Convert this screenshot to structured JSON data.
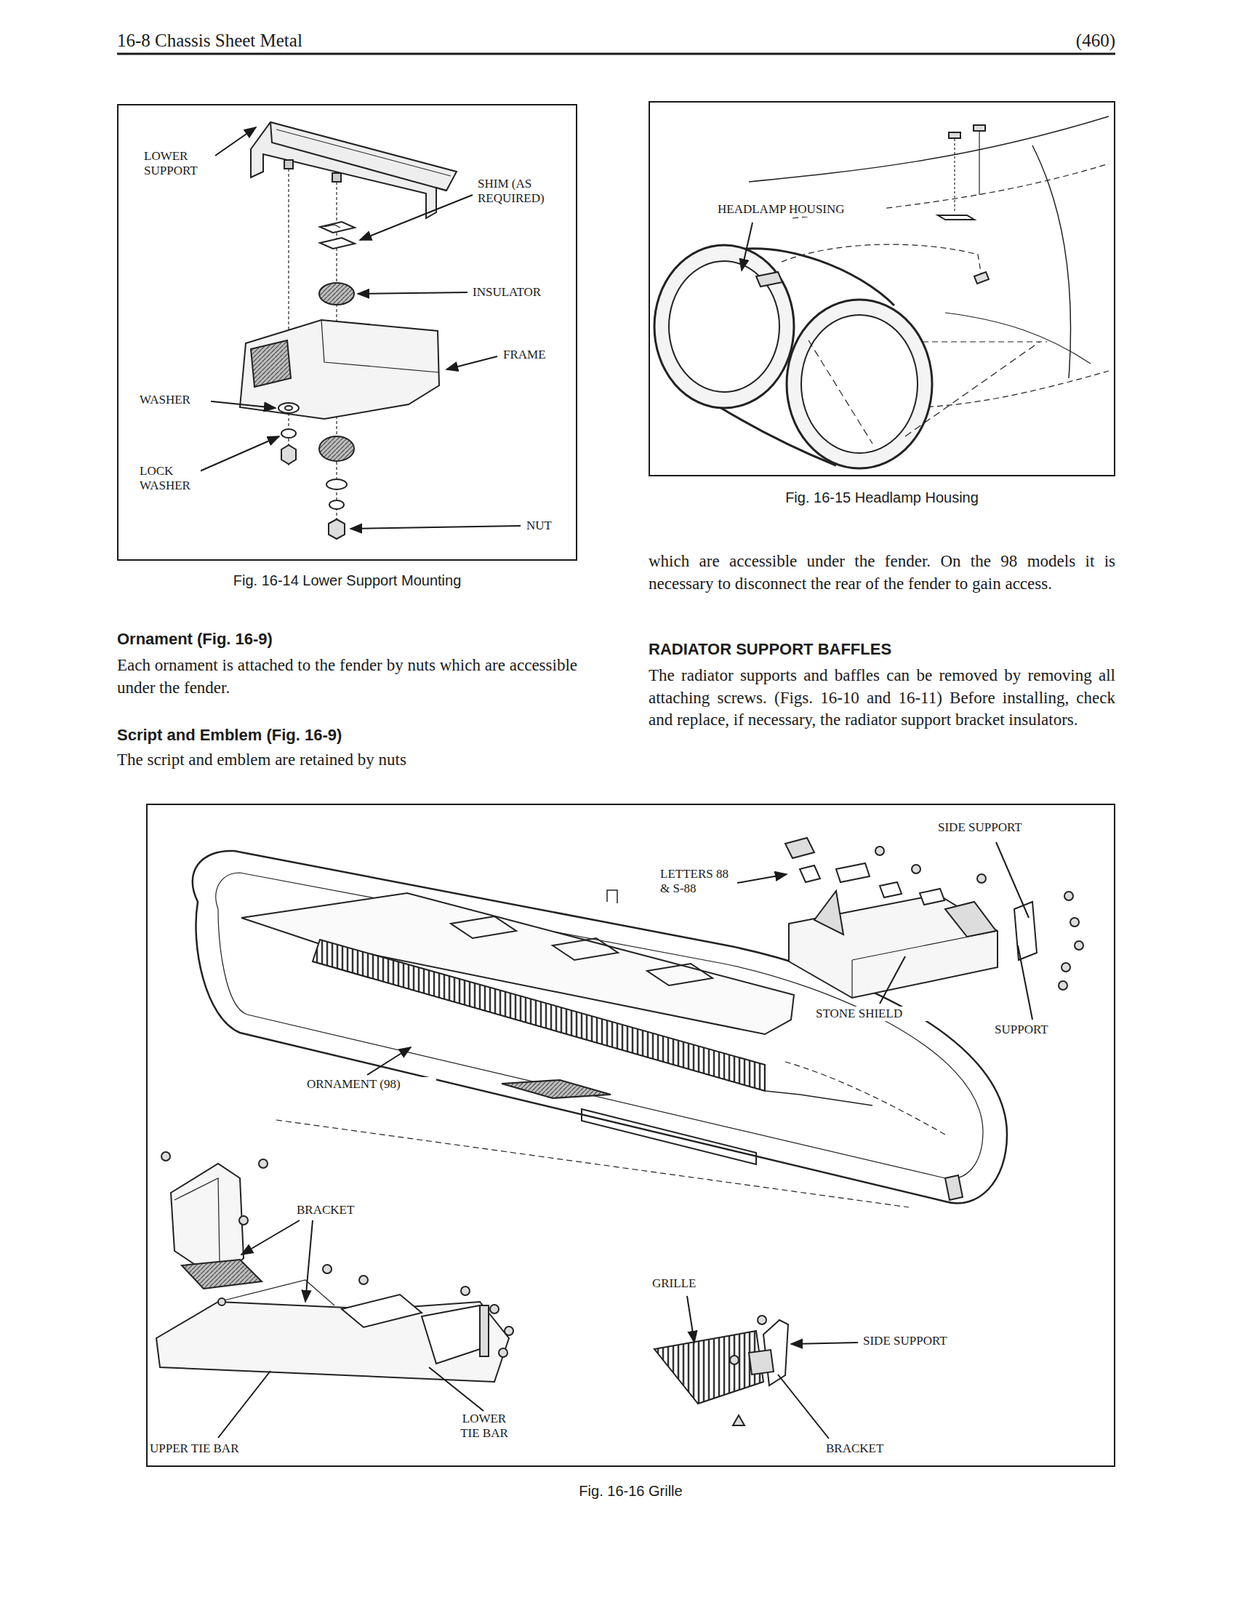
{
  "diagram": {
    "nodes": [
      {
        "text": [
          "Fig. 16-14 Lower Support Mounting"
        ]
      },
      {
        "text": [
          "Fig. 16-15 Headlamp Housing"
        ]
      },
      {
        "text": [
          "Fig. 16-16 Grille"
        ]
      }
    ],
    "labels": [
      "16-8 Chassis Sheet Metal",
      "(460)",
      "LOWER SUPPORT",
      "SHIM (AS REQUIRED)",
      "INSULATOR",
      "FRAME",
      "WASHER",
      "LOCK WASHER",
      "NUT",
      "Ornament (Fig. 16-9)",
      "Each ornament is attached to the fender by nuts which are accessible under the fender.",
      "Script and Emblem (Fig. 16-9)",
      "The script and emblem are retained by nuts",
      "HEADLAMP HOUSING",
      "which are accessible under the fender. On the 98 models it is necessary to disconnect the rear of the fender to gain access.",
      "RADIATOR SUPPORT BAFFLES",
      "The radiator supports and baffles can be removed by removing all attaching screws. (Figs. 16-10 and 16-11) Before installing, check and replace, if necessary, the radiator support bracket insulators.",
      "SIDE SUPPORT",
      "LETTERS 88 & S-88",
      "STONE SHIELD",
      "SUPPORT",
      "ORNAMENT (98)",
      "BRACKET",
      "GRILLE",
      "SIDE SUPPORT",
      "UPPER TIE BAR",
      "LOWER TIE BAR",
      "BRACKET"
    ]
  }
}
